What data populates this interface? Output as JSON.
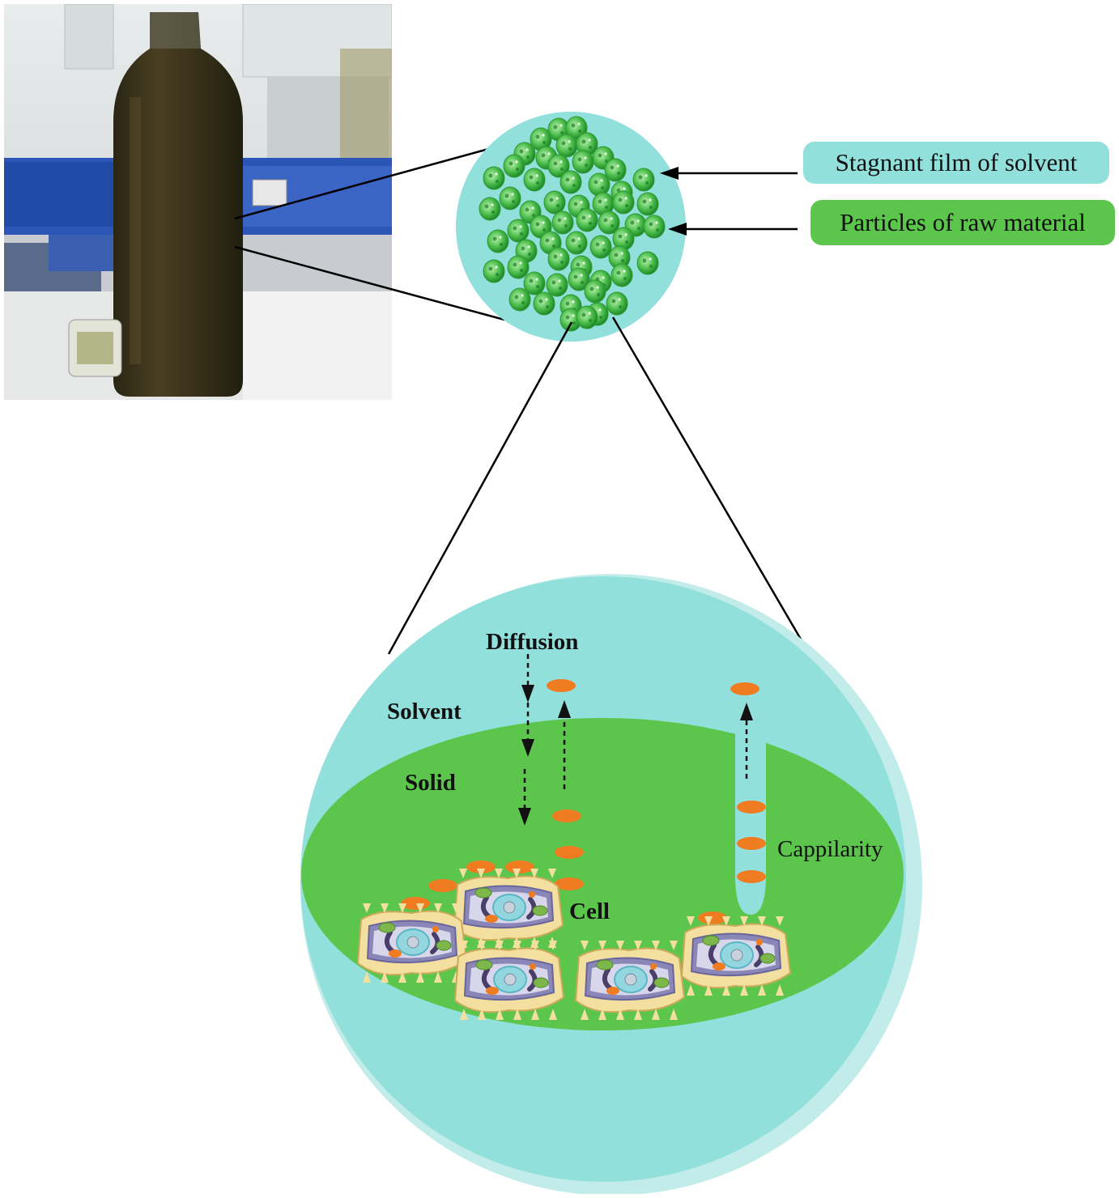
{
  "callouts": {
    "stagnant_film": "Stagnant film of solvent",
    "particles": "Particles of raw material"
  },
  "zoom_labels": {
    "diffusion": "Diffusion",
    "solvent": "Solvent",
    "solid": "Solid",
    "cell": "Cell",
    "capillarity": "Cappilarity"
  },
  "colors": {
    "solvent": "#92e0dc",
    "solvent_shadow": "#c2ecea",
    "solid": "#5cc64c",
    "particle": "#4bbd4b",
    "solute_drop": "#f07c22",
    "callout_solvent_bg": "#92e0dc",
    "callout_particles_bg": "#5cc64c"
  },
  "photo": {
    "description_icon": "glass-bottle-photo"
  }
}
